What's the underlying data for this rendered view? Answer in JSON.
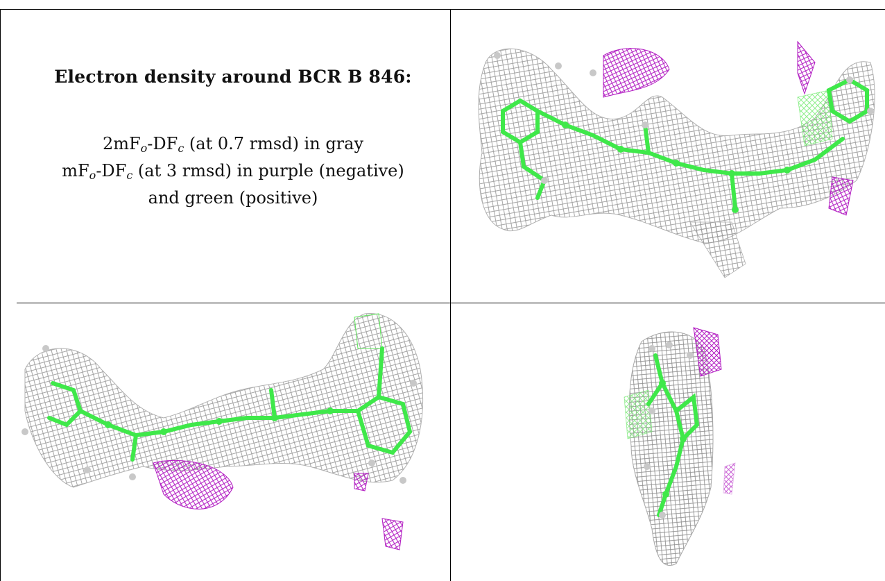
{
  "caption": {
    "title": "Electron density around BCR B 846:",
    "line1_prefix": "2mF",
    "line1_sub1": "o",
    "line1_mid": "-DF",
    "line1_sub2": "c",
    "line1_suffix": " (at 0.7 rmsd) in gray",
    "line2_prefix": "mF",
    "line2_sub1": "o",
    "line2_mid": "-DF",
    "line2_sub2": "c",
    "line2_suffix": " (at 3 rmsd) in purple (negative)",
    "line3": "and green (positive)"
  },
  "colors": {
    "mesh_gray": "#9a9a9a",
    "mesh_purple": "#b21cc2",
    "mesh_green": "#5ee85a",
    "atom_carbon": "#3fe84a",
    "atom_hydrogen": "#c8c8c8"
  },
  "panels": [
    {
      "id": "view-1",
      "content": "density-map-render"
    },
    {
      "id": "view-2",
      "content": "density-map-render"
    },
    {
      "id": "view-3",
      "content": "density-map-render"
    }
  ]
}
